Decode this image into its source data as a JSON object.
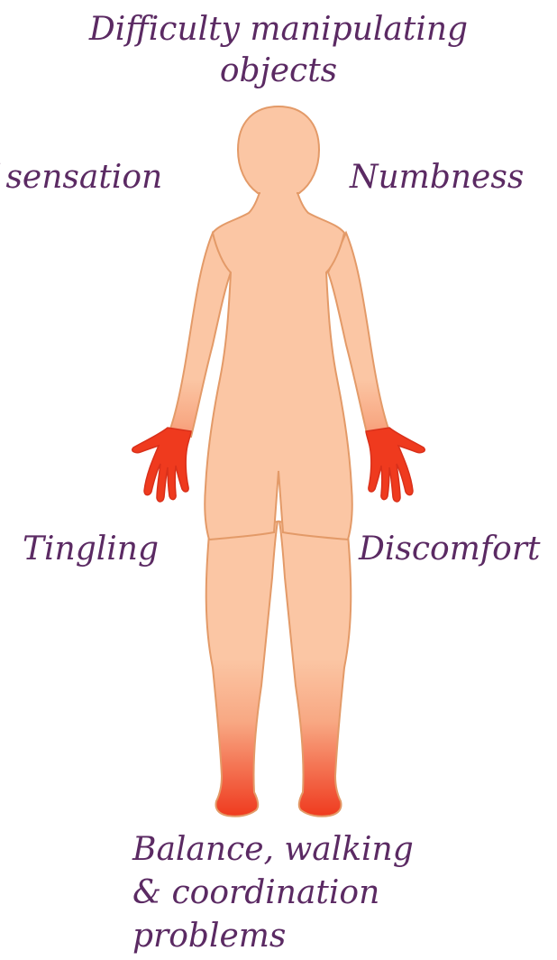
{
  "labels": {
    "top_line1": "Difficulty manipulating",
    "top_line2": "objects",
    "left_upper": "of sensation",
    "right_upper": "Numbness",
    "left_lower": "Tingling",
    "right_lower": "Discomfort",
    "bottom_line1": "Balance, walking",
    "bottom_line2": "& coordination",
    "bottom_line3": "problems"
  },
  "colors": {
    "text": "#5b2a63",
    "skin": "#fbc6a4",
    "outline": "#e39a68",
    "affected": "#ef3a1e"
  }
}
